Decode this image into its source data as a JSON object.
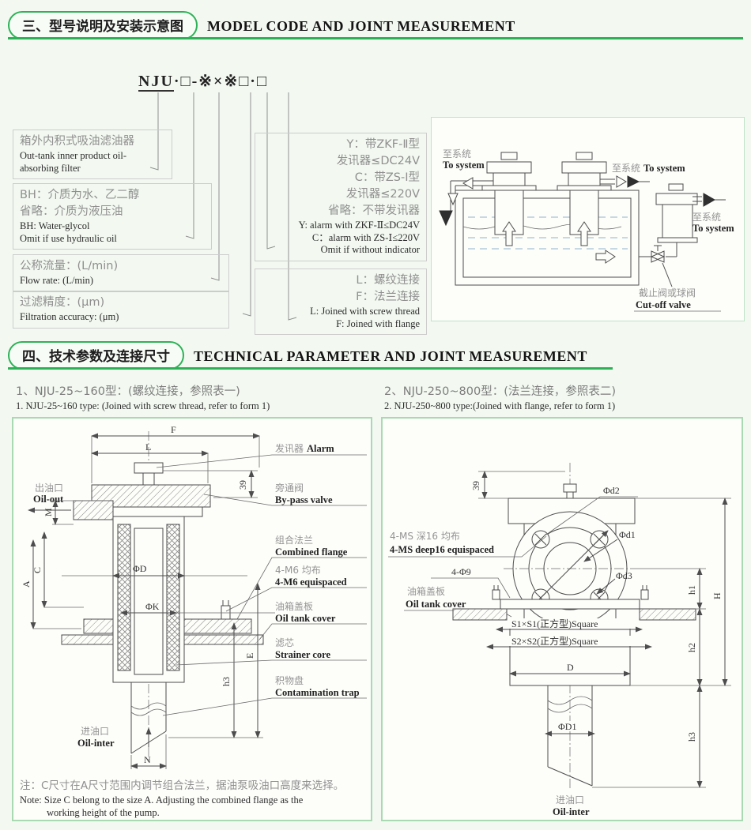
{
  "colors": {
    "accent_green": "#2db157",
    "panel_border": "#a9d9b3",
    "drawing_line": "#4d4d4d",
    "cn_gray": "#8f8f8f",
    "en_dark": "#2b2b2b"
  },
  "section3": {
    "badge_cn": "三、型号说明及安装示意图",
    "title_en": "MODEL CODE AND JOINT MEASUREMENT",
    "model_code_prefix": "NJU",
    "model_code_rest": "·□-※×※□·□",
    "block_filter": {
      "cn": "箱外内积式吸油滤油器",
      "en1": "Out-tank inner product oil-",
      "en2": "absorbing filter"
    },
    "block_medium": {
      "cn1": "BH：介质为水、乙二醇",
      "cn2": "省略：介质为液压油",
      "en1": "BH: Water-glycol",
      "en2": "Omit if use hydraulic oil"
    },
    "block_flow": {
      "cn": "公称流量：(L/min)",
      "en": "Flow rate: (L/min)"
    },
    "block_accuracy": {
      "cn": "过滤精度：(μm)",
      "en": "Filtration accuracy: (μm)"
    },
    "block_indicator": {
      "cn1": "Y：带ZKF-Ⅱ型",
      "cn2": "发讯器≤DC24V",
      "cn3": "C：带ZS-Ⅰ型",
      "cn4": "发讯器≤220V",
      "cn5": "省略：不带发讯器",
      "en1": "Y: alarm with ZKF-Ⅱ≤DC24V",
      "en2": "C：alarm with ZS-Ⅰ≤220V",
      "en3": "Omit if without indicator"
    },
    "block_joint": {
      "cn1": "L：螺纹连接",
      "cn2": "F：法兰连接",
      "en1": "L: Joined with screw thread",
      "en2": "F: Joined with flange"
    },
    "install": {
      "to_system_cn": "至系统",
      "to_system_en": "To system",
      "cutoff_cn": "截止阀或球阀",
      "cutoff_en": "Cut-off valve"
    }
  },
  "section4": {
    "badge_cn": "四、技术参数及连接尺寸",
    "title_en": "TECHNICAL PARAMETER AND JOINT MEASUREMENT",
    "left": {
      "sub_cn": "1、NJU-25~160型：(螺纹连接，参照表一)",
      "sub_en": "1. NJU-25~160 type: (Joined with screw thread, refer to form 1)",
      "labels": {
        "alarm_cn": "发讯器",
        "alarm_en": "Alarm",
        "bypass_cn": "旁通阀",
        "bypass_en": "By-pass valve",
        "oilout_cn": "出油口",
        "oilout_en": "Oil-out",
        "flange_cn": "组合法兰",
        "flange_en": "Combined flange",
        "m6_cn": "4-M6 均布",
        "m6_en": "4-M6 equispaced",
        "cover_cn": "油箱盖板",
        "cover_en": "Oil tank cover",
        "core_cn": "滤芯",
        "core_en": "Strainer core",
        "trap_cn": "积物盘",
        "trap_en": "Contamination trap",
        "inlet_cn": "进油口",
        "inlet_en": "Oil-inter"
      },
      "dims": {
        "d39": "39",
        "F": "F",
        "L": "L",
        "M": "M",
        "C": "C",
        "A": "A",
        "phiD": "ΦD",
        "phiK": "ΦK",
        "E": "E",
        "h3": "h3",
        "N": "N"
      },
      "note_cn": "注：C尺寸在A尺寸范围内调节组合法兰，据油泵吸油口高度来选择。",
      "note_en1": "Note: Size C belong to the size A. Adjusting the combined flange as the",
      "note_en2": "working height of the pump."
    },
    "right": {
      "sub_cn": "2、NJU-250~800型：(法兰连接，参照表二)",
      "sub_en": "2. NJU-250~800 type:(Joined with flange, refer to form 1)",
      "labels": {
        "ms_cn": "4-MS 深16 均布",
        "ms_en": "4-MS deep16 equispaced",
        "phi9": "4-Φ9",
        "cover_cn": "油箱盖板",
        "cover_en": "Oil tank cover",
        "s1": "S1×S1(正方型)Square",
        "s2": "S2×S2(正方型)Square",
        "inlet_cn": "进油口",
        "inlet_en": "Oil-inter"
      },
      "dims": {
        "d39": "39",
        "d2": "Φd2",
        "d1": "Φd1",
        "d3": "Φd3",
        "D": "D",
        "D1": "ΦD1",
        "h1": "h1",
        "H": "H",
        "h2": "h2",
        "h3": "h3"
      }
    }
  }
}
